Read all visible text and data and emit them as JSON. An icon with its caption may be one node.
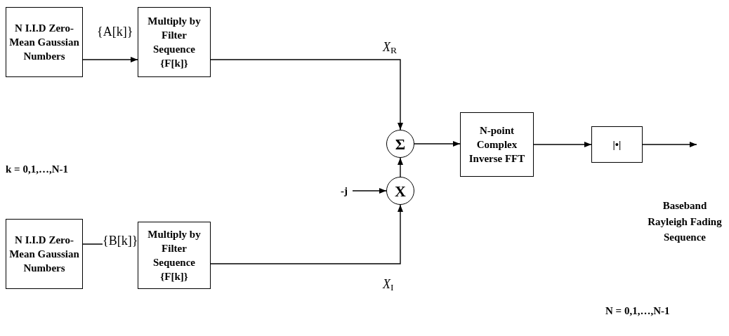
{
  "diagram": {
    "nodes": [
      {
        "text": [
          "N I.I.D Zero-Mean Gaussian Numbers"
        ]
      },
      {
        "text": [
          "Multiply by Filter Sequence {F[k]}"
        ]
      },
      {
        "text": [
          "Σ"
        ]
      },
      {
        "text": [
          "N-point Complex Inverse FFT"
        ]
      },
      {
        "text": [
          "|•|"
        ]
      },
      {
        "text": [
          "N I.I.D Zero-Mean Gaussian Numbers"
        ]
      },
      {
        "text": [
          "Multiply by Filter Sequence {F[k]}"
        ]
      },
      {
        "text": [
          "X"
        ]
      },
      {
        "text": [
          "-j"
        ]
      }
    ],
    "edges": [
      {
        "from": 0,
        "to": 1,
        "arrow": "to",
        "label": "{A[k]}"
      },
      {
        "from": 1,
        "to": 2,
        "arrow": "to",
        "label": "*X*$_{R}$"
      },
      {
        "from": 5,
        "to": 6,
        "arrow": "to",
        "label": "{B[k]}"
      },
      {
        "from": 6,
        "to": 7,
        "arrow": "to",
        "label": "*X*$_{I}$"
      },
      {
        "from": 8,
        "to": 7,
        "arrow": "to"
      },
      {
        "from": 7,
        "to": 2,
        "arrow": "to"
      },
      {
        "from": 2,
        "to": 3,
        "arrow": "to"
      },
      {
        "from": 3,
        "to": 4,
        "arrow": "to"
      },
      {
        "from": 4,
        "to": null,
        "arrow": "to"
      }
    ],
    "labels": [
      "k = 0,1,…,N-1",
      "Baseband Rayleigh Fading Sequence",
      "N = 0,1,…,N-1"
    ]
  }
}
